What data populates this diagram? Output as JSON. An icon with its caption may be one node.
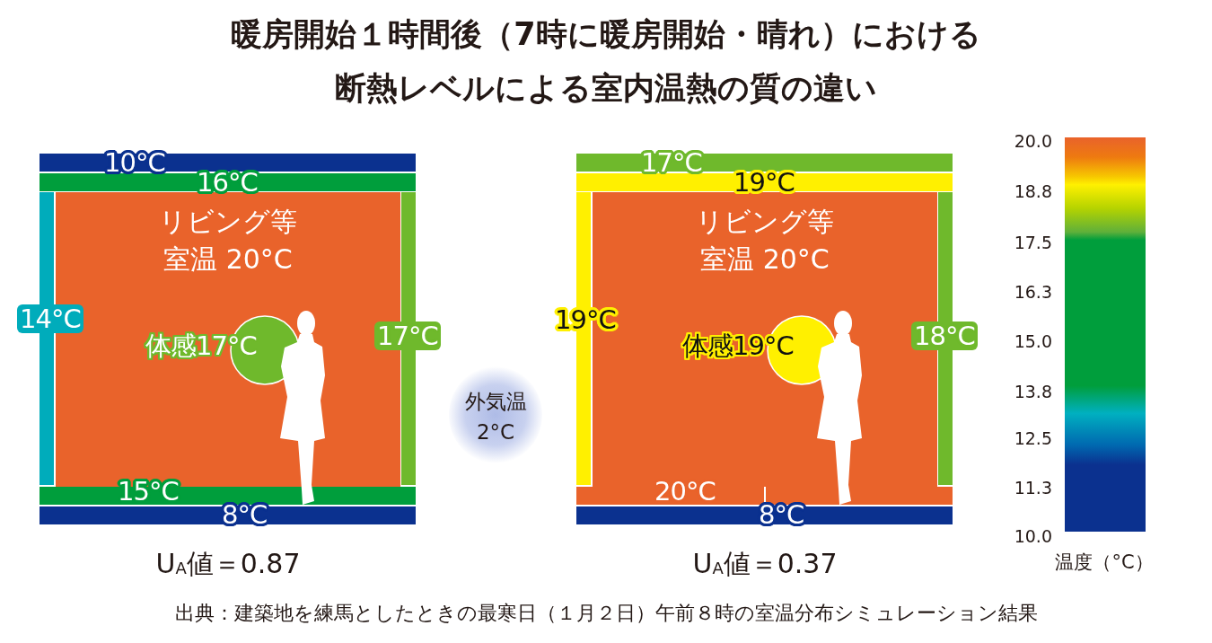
{
  "diagram": {
    "title": "暖房開始１時間後（7時に暖房開始・晴れ）における断熱レベルによる室内温熱の質の違い",
    "caption": "出典：建築地を練馬としたときの最寒日（１月２日）午前８時の室温分布シミュレーション結果",
    "nodes": [
      {
        "text": [
          "リビング等",
          "室温 20°C"
        ]
      },
      {
        "text": [
          "10°C"
        ]
      },
      {
        "text": [
          "16°C"
        ]
      },
      {
        "text": [
          "14°C"
        ]
      },
      {
        "text": [
          "17°C"
        ]
      },
      {
        "text": [
          "15°C"
        ]
      },
      {
        "text": [
          "8°C"
        ]
      },
      {
        "text": [
          "体感17°C"
        ],
        "in": 0
      },
      {
        "text": [
          "外気温",
          "2°C"
        ]
      },
      {
        "text": [
          "リビング等",
          "室温 20°C"
        ]
      },
      {
        "text": [
          "17°C"
        ]
      },
      {
        "text": [
          "19°C"
        ]
      },
      {
        "text": [
          "19°C"
        ]
      },
      {
        "text": [
          "18°C"
        ]
      },
      {
        "text": [
          "20°C"
        ]
      },
      {
        "text": [
          "8°C"
        ]
      },
      {
        "text": [
          "体感19°C"
        ],
        "in": 9
      },
      {
        "text": [],
        "shape": "bar",
        "beside": [
          "20.0",
          "18.8",
          "17.5",
          "16.3",
          "15.0",
          "13.8",
          "12.5",
          "11.3",
          "10.0",
          "温度（°C）"
        ]
      }
    ],
    "labels": [
      "U$_{A}$値＝0.87",
      "U$_{A}$値＝0.37"
    ]
  }
}
